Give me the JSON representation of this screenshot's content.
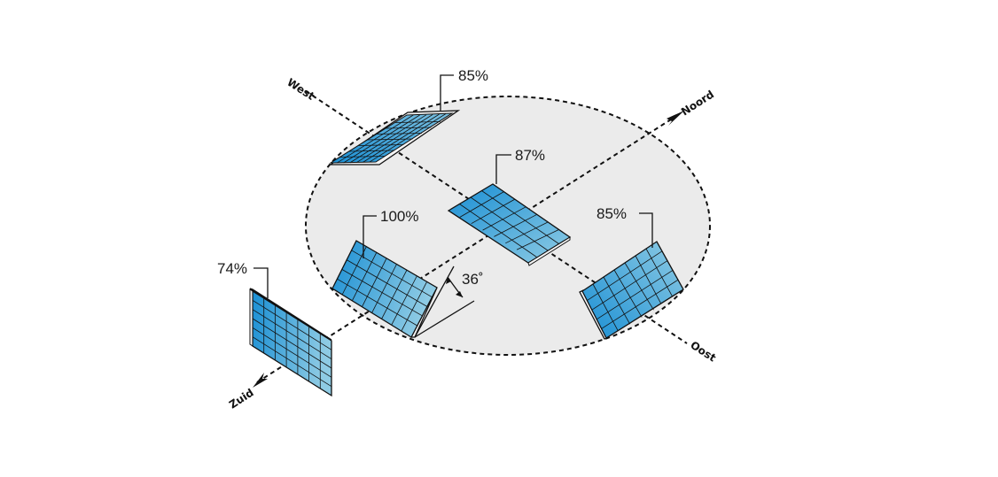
{
  "directions": {
    "west": "West",
    "north": "Noord",
    "east": "Oost",
    "south": "Zuid"
  },
  "panels": {
    "west": {
      "efficiency": "85%"
    },
    "flat": {
      "efficiency": "87%"
    },
    "south": {
      "efficiency": "100%"
    },
    "east": {
      "efficiency": "85%"
    },
    "vertical": {
      "efficiency": "74%"
    }
  },
  "tilt_angle": "36˚",
  "colors": {
    "panel_dark": "#1a8fd4",
    "panel_light": "#8ecbe4",
    "ground": "#ebebeb",
    "line": "#111111"
  }
}
